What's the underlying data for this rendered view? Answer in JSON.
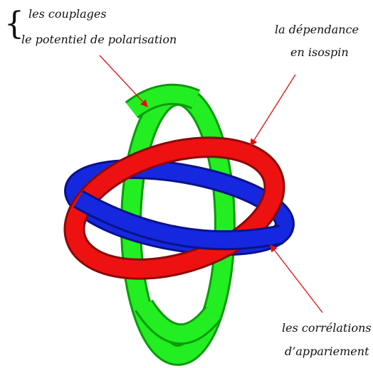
{
  "labels": {
    "top_left": {
      "line1": "les couplages",
      "line2": "le potentiel de polarisation"
    },
    "top_right": {
      "line1": "la dépendance",
      "line2": "en isospin"
    },
    "bottom_right": {
      "line1": "les corrélations",
      "line2": "d’appariement"
    }
  },
  "colors": {
    "green_ring": "#22ee22",
    "red_ring": "#ee1111",
    "blue_ring": "#1122dd",
    "arrow": "#e01010",
    "text": "#111111"
  },
  "icons": {
    "grouping": "curly-brace-icon"
  }
}
